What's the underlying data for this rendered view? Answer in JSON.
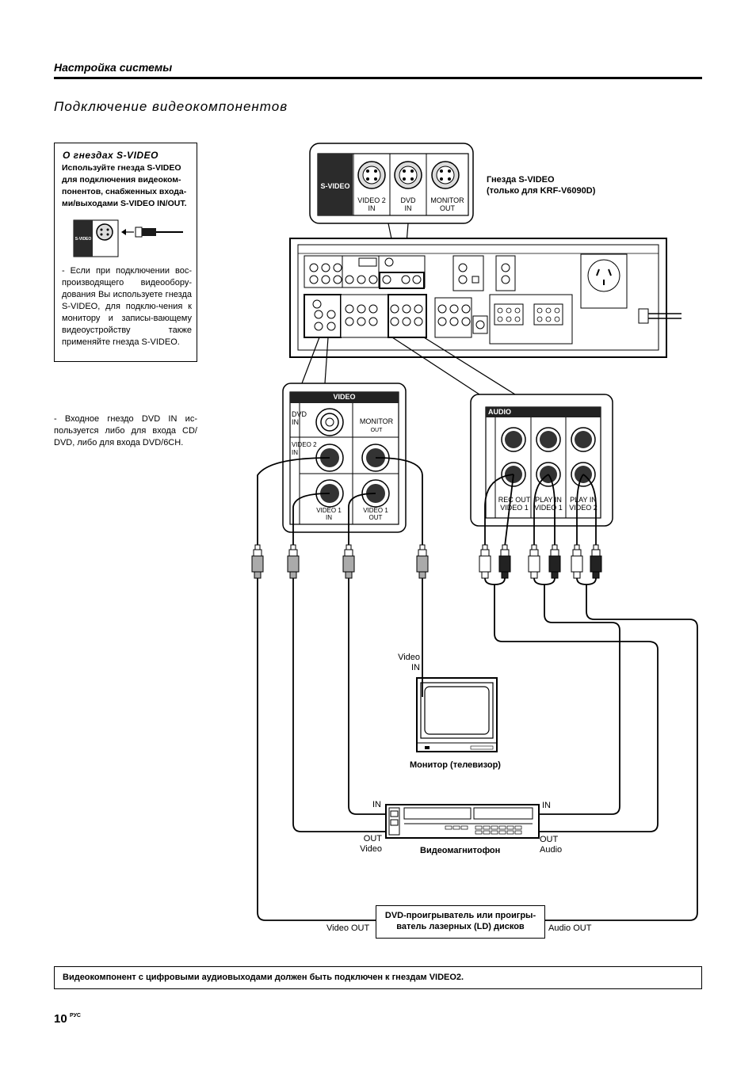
{
  "header": {
    "section_title": "Настройка системы",
    "page_title": "Подключение видеокомпонентов"
  },
  "svideo_box": {
    "heading": "О гнездах S-VIDEO",
    "bold_text": "Используйте гнезда S-VIDEO для подключения видеоком-понентов, снабженных входа-ми/выходами S-VIDEO IN/OUT.",
    "jack_label": "S-VIDEO",
    "body_text": "- Если при подключении вос-производящего видеообору-дования Вы используете гнезда S-VIDEO, для подклю-чения к монитору и записы-вающему видеоустройству также применяйте гнезда S-VIDEO."
  },
  "dvd_note": "- Входное гнездо DVD IN ис-пользуется либо для входа CD/ DVD, либо для входа DVD/6CH.",
  "svideo_panel": {
    "label": "S-VIDEO",
    "jacks": [
      {
        "line1": "VIDEO 2",
        "line2": "IN"
      },
      {
        "line1": "DVD",
        "line2": "IN"
      },
      {
        "line1": "MONITOR",
        "line2": "OUT"
      }
    ],
    "caption_line1": "Гнезда S-VIDEO",
    "caption_line2": "(только для KRF-V6090D)"
  },
  "video_panel": {
    "header": "VIDEO",
    "dvd_in": {
      "line1": "DVD",
      "line2": "IN"
    },
    "monitor_out": {
      "line1": "MONITOR",
      "line2": "OUT"
    },
    "video2_in": {
      "line1": "VIDEO 2",
      "line2": "IN"
    },
    "video1_in": {
      "line1": "VIDEO 1",
      "line2": "IN"
    },
    "video1_out": {
      "line1": "VIDEO 1",
      "line2": "OUT"
    }
  },
  "audio_panel": {
    "header": "AUDIO",
    "rec_out": {
      "line1": "REC OUT",
      "line2": "VIDEO 1"
    },
    "play_in1": {
      "line1": "PLAY IN",
      "line2": "VIDEO 1"
    },
    "play_in2": {
      "line1": "PLAY IN",
      "line2": "VIDEO 2"
    }
  },
  "devices": {
    "monitor_input": {
      "line1": "Video",
      "line2": "IN"
    },
    "monitor_caption": "Монитор (телевизор)",
    "vcr_in_left": "IN",
    "vcr_in_right": "IN",
    "vcr_out_left": {
      "line1": "OUT",
      "line2": "Video"
    },
    "vcr_out_right": {
      "line1": "OUT",
      "line2": "Audio"
    },
    "vcr_caption": "Видеомагнитофон",
    "dvd_player_caption": "DVD-проигрыватель или проигры-ватель лазерных (LD) дисков",
    "video_out": "Video OUT",
    "audio_out": "Audio OUT"
  },
  "footer": {
    "note": "Видеокомпонент с цифровыми аудиовыходами должен быть подключен к гнездам VIDEO2.",
    "page_number": "10",
    "page_lang": "РУС"
  }
}
